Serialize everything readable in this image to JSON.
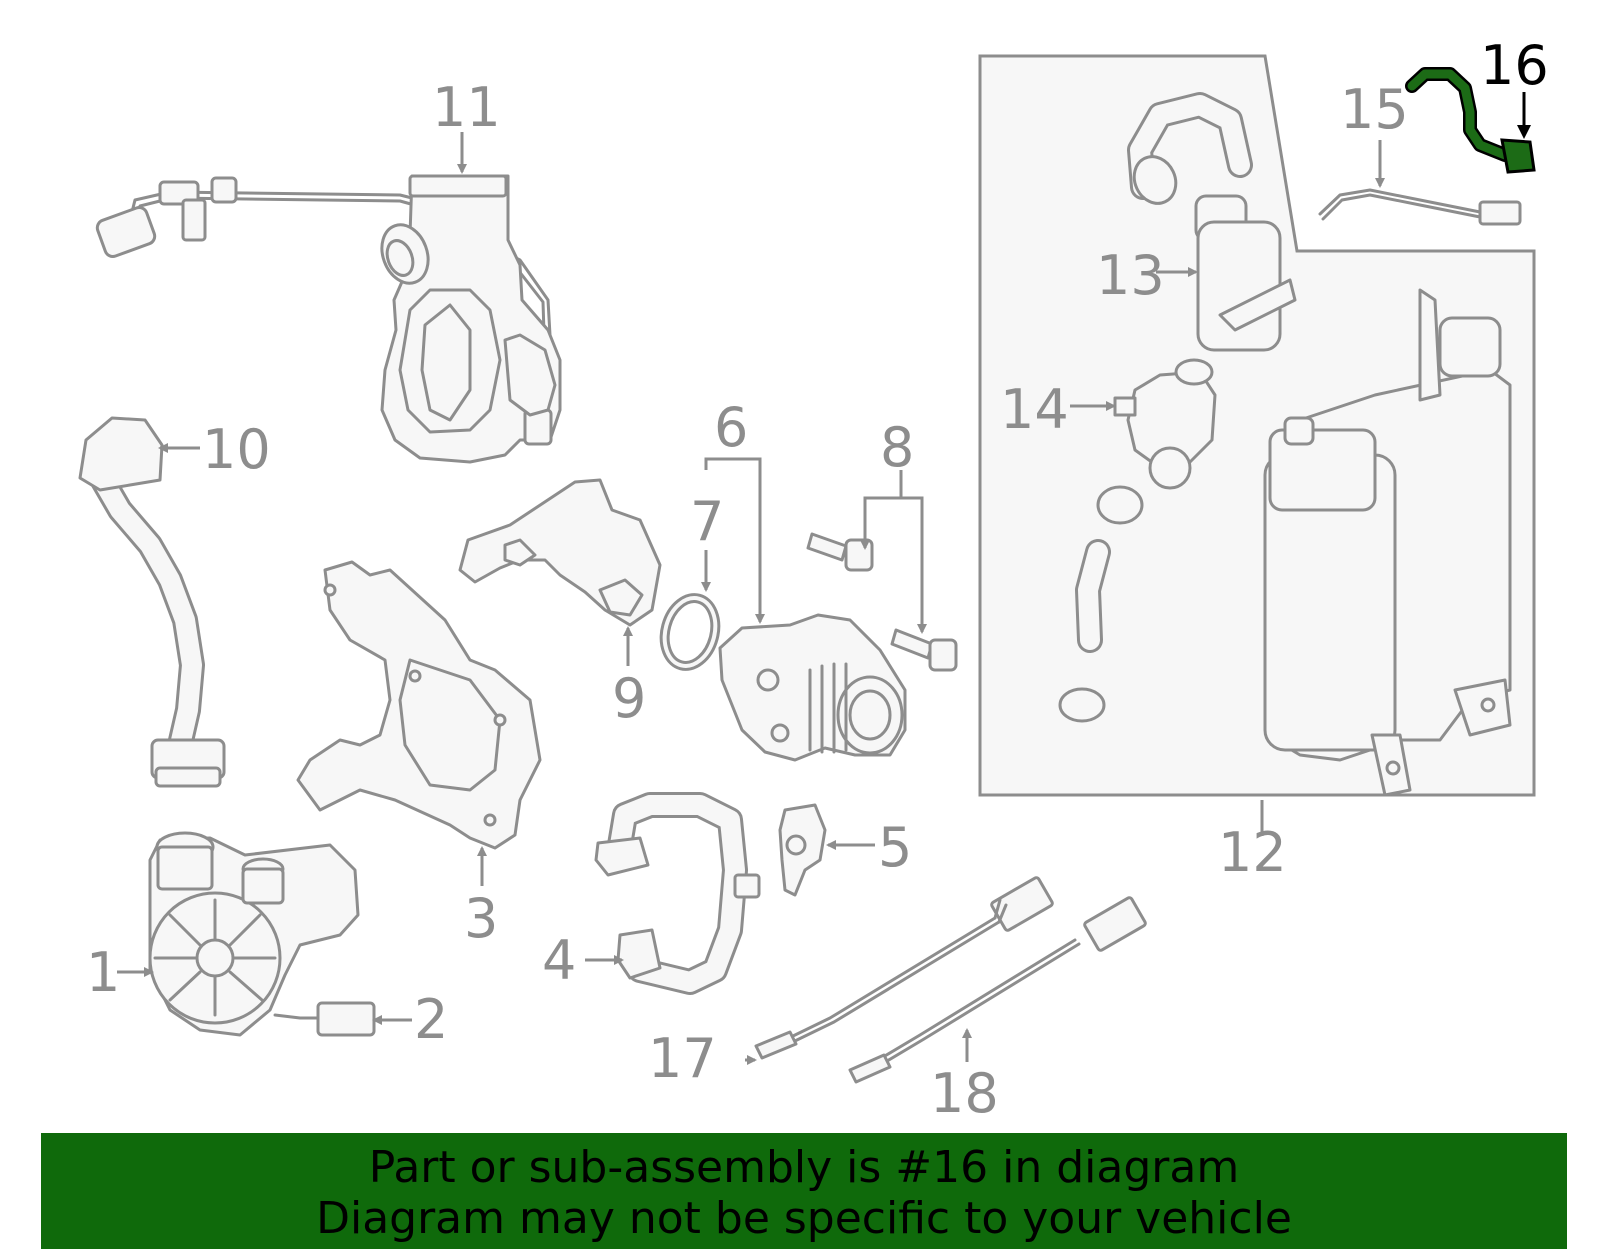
{
  "callouts": {
    "c1": "1",
    "c2": "2",
    "c3": "3",
    "c4": "4",
    "c5": "5",
    "c6": "6",
    "c7": "7",
    "c8": "8",
    "c9": "9",
    "c10": "10",
    "c11": "11",
    "c12": "12",
    "c13": "13",
    "c14": "14",
    "c15": "15",
    "c16": "16",
    "c17": "17",
    "c18": "18"
  },
  "highlight": {
    "part": "16",
    "color": "#1c6b16"
  },
  "colors": {
    "line": "#8d8d8d",
    "fill": "#f7f7f7",
    "banner": "#0f6a0b",
    "banner_text": "#000000"
  },
  "footer": {
    "line1": "Part or sub-assembly is #16 in diagram",
    "line2": "Diagram may not be specific to your vehicle"
  }
}
